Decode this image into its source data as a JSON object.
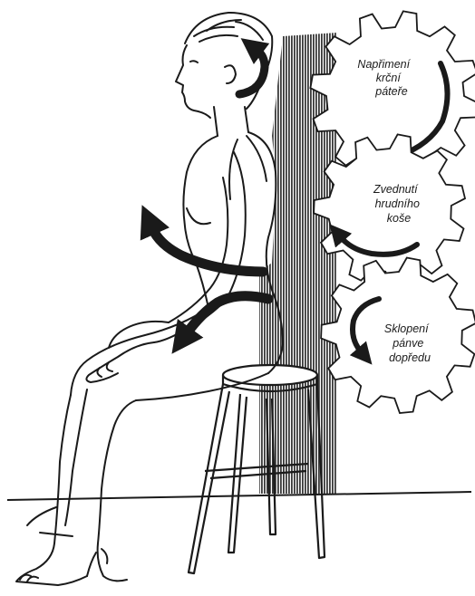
{
  "gears": [
    {
      "id": "neck",
      "lines": [
        "Napřimení",
        "krční",
        "páteře"
      ]
    },
    {
      "id": "chest",
      "lines": [
        "Zvednutí",
        "hrudního",
        "koše"
      ]
    },
    {
      "id": "pelvis",
      "lines": [
        "Sklopení",
        "pánve",
        "dopředu"
      ]
    }
  ],
  "colors": {
    "ink": "#1a1a1a",
    "wall_stripe": "#3a3a3a",
    "background": "#ffffff"
  }
}
